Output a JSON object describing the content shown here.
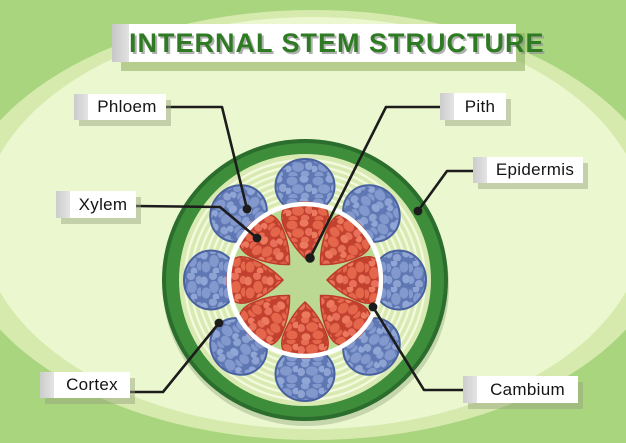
{
  "title": "INTERNAL STEM STRUCTURE",
  "diagram": {
    "name": "plant-stem-cross-section",
    "labels": [
      {
        "id": "phloem",
        "text": "Phloem"
      },
      {
        "id": "xylem",
        "text": "Xylem"
      },
      {
        "id": "pith",
        "text": "Pith"
      },
      {
        "id": "epidermis",
        "text": "Epidermis"
      },
      {
        "id": "cortex",
        "text": "Cortex"
      },
      {
        "id": "cambium",
        "text": "Cambium"
      }
    ]
  },
  "colors": {
    "background": "#a9d57e",
    "background_light": "#ebf7cf",
    "title_green": "#2e7b23",
    "epidermis_green": "#3e8d3a",
    "epidermis_edge": "#2a6d2c",
    "cortex_green": "#d8eab2",
    "ring_white": "#f2f9dd",
    "pith_green": "#bcd993",
    "phloem_blue": "#8399cd",
    "phloem_blue_dark": "#5f78b4",
    "xylem_red": "#e4664b",
    "xylem_red_dark": "#c2402e",
    "cambium_white": "#ffffff",
    "pointer_line": "#1c1c1c"
  }
}
